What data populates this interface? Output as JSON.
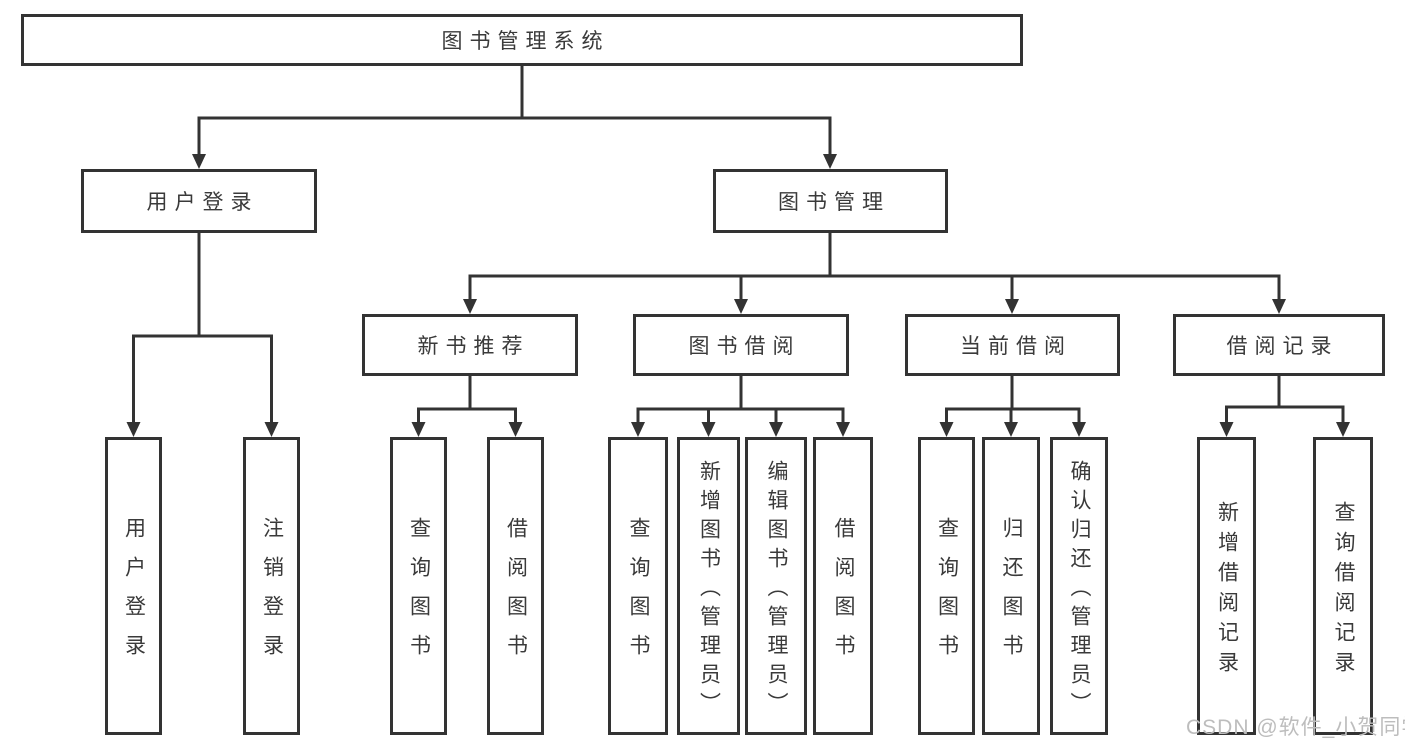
{
  "diagram": {
    "root": {
      "label": "图书管理系统"
    },
    "level2": [
      {
        "label": "用户登录"
      },
      {
        "label": "图书管理"
      }
    ],
    "level3": [
      {
        "label": "新书推荐"
      },
      {
        "label": "图书借阅"
      },
      {
        "label": "当前借阅"
      },
      {
        "label": "借阅记录"
      }
    ],
    "leaves": {
      "user_login": [
        {
          "label": "用户登录"
        },
        {
          "label": "注销登录"
        }
      ],
      "new_book_recommend": [
        {
          "label": "查询图书"
        },
        {
          "label": "借阅图书"
        }
      ],
      "book_borrowing": [
        {
          "label": "查询图书"
        },
        {
          "label": "新增图书（管理员）"
        },
        {
          "label": "编辑图书（管理员）"
        },
        {
          "label": "借阅图书"
        }
      ],
      "current_borrowing": [
        {
          "label": "查询图书"
        },
        {
          "label": "归还图书"
        },
        {
          "label": "确认归还（管理员）"
        }
      ],
      "borrowing_records": [
        {
          "label": "新增借阅记录"
        },
        {
          "label": "查询借阅记录"
        }
      ]
    },
    "watermark": "CSDN @软件_小贺同学",
    "colors": {
      "line": "#333333",
      "text": "#3a3a3a",
      "watermark": "#bdbdbd",
      "background": "#ffffff"
    }
  }
}
